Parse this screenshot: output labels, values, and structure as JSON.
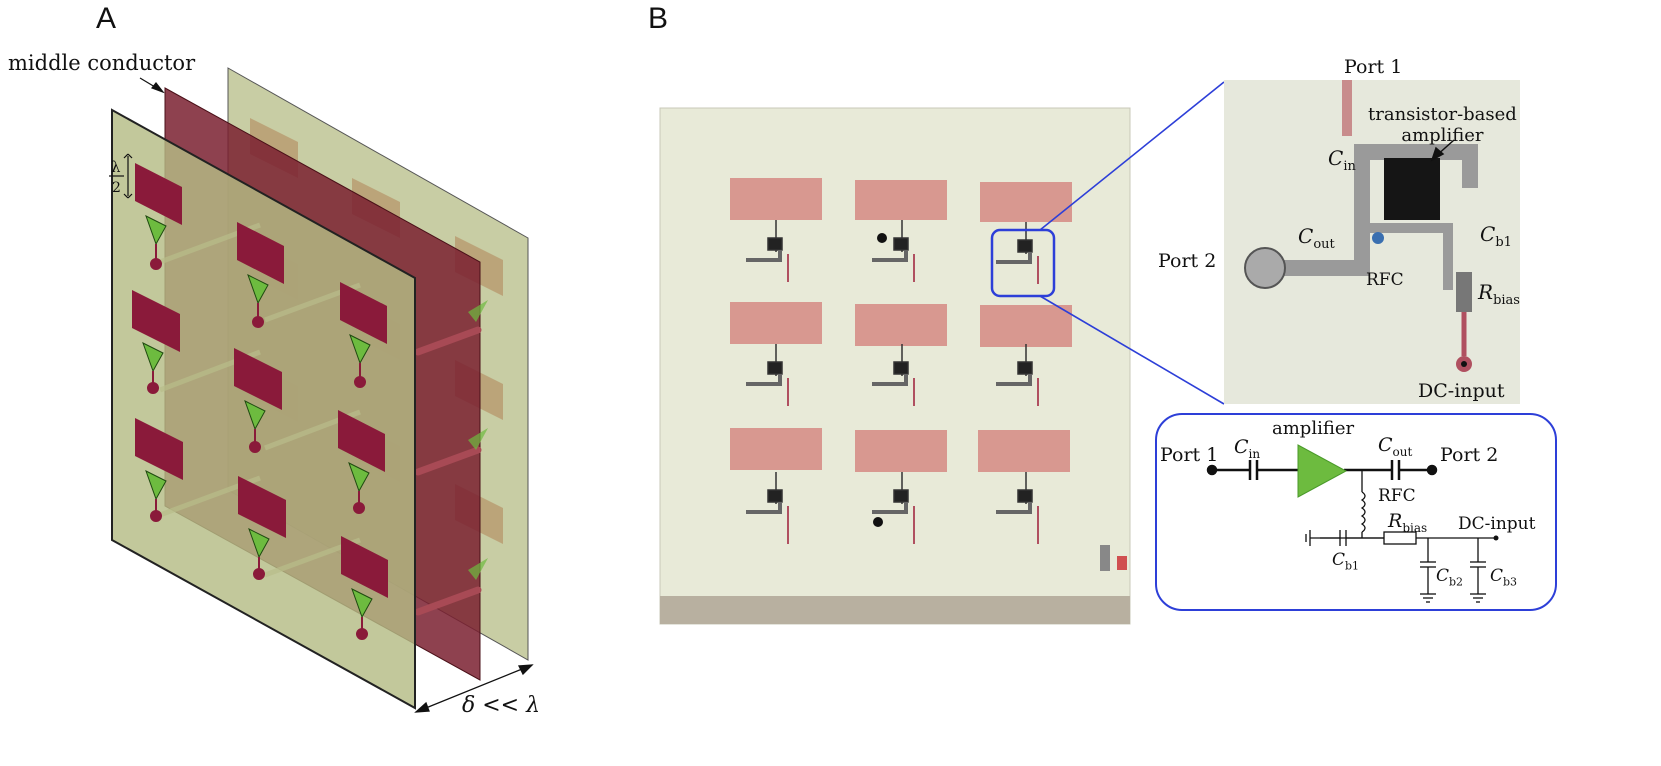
{
  "figure": {
    "panel_a": {
      "label": "A",
      "middle_conductor_label": "middle conductor",
      "half_wavelength_num": "λ",
      "half_wavelength_den": "2",
      "spacing_label": "δ << λ"
    },
    "panel_b": {
      "label": "B",
      "photo": {
        "port1": "Port 1",
        "port2": "Port 2",
        "amp_label_line1": "transistor-based",
        "amp_label_line2": "amplifier",
        "cin": "C",
        "cin_sub": "in",
        "cout": "C",
        "cout_sub": "out",
        "cb1": "C",
        "cb1_sub": "b1",
        "rfc": "RFC",
        "rbias": "R",
        "rbias_sub": "bias",
        "dc_input": "DC-input"
      },
      "schematic": {
        "amplifier": "amplifier",
        "port1": "Port 1",
        "port2": "Port 2",
        "cin": "C",
        "cin_sub": "in",
        "cout": "C",
        "cout_sub": "out",
        "rfc": "RFC",
        "rbias": "R",
        "rbias_sub": "bias",
        "dc_input": "DC-input",
        "cb1": "C",
        "cb1_sub": "b1",
        "cb2": "C",
        "cb2_sub": "b2",
        "cb3": "C",
        "cb3_sub": "b3"
      }
    },
    "colors": {
      "panel_green": "#b5bc85",
      "patch_maroon": "#8a1a3a",
      "amp_green": "#6dbb3f",
      "zoom_blue": "#2d3fd8",
      "board": "#e8ead8",
      "photo_patch": "#d89890"
    }
  }
}
